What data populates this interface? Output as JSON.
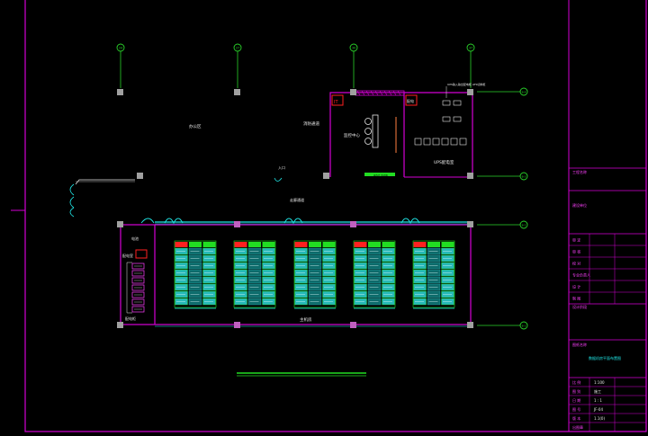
{
  "colors": {
    "background": "#000000",
    "frame": "#d400d4",
    "axis": "#2ad42a",
    "wall_cyan": "#1fe6e6",
    "rack_fill": "#27b8b8",
    "rack_head_red": "#ff2020",
    "rack_outline_green": "#22dd22",
    "column": "#a0a0a0",
    "text_white": "#e8e8e8",
    "text_magenta": "#ff40ff"
  },
  "grid": {
    "column_axes": [
      "24",
      "27",
      "30",
      "37"
    ],
    "row_axes": [
      "B-4",
      "B-3",
      "B-2",
      "B-1"
    ]
  },
  "rooms": {
    "upper_left_label": "办公区",
    "corridor_label_1": "消防通道",
    "entrance_label": "入口",
    "corridor_label_2": "走廊通道",
    "monitor_room_label": "监控中心",
    "ups_room_label": "UPS配电室",
    "machine_room_label": "主机房",
    "left_room_label": "配电室",
    "left_room_sub": "电池",
    "left_room_bottom": "配电柜",
    "room_tag_1": "IT",
    "room_tag_2": "配电",
    "ups_top_note": "UPS输入输出配电柜 ATS切换柜",
    "green_bar_note": "操作台 监控墙"
  },
  "title_block": {
    "project_label": "工程名称",
    "client_label": "建设单位",
    "rows_top": [
      "审 定",
      "审 核",
      "校 对",
      "专业负责人",
      "设 计",
      "制 图"
    ],
    "stage_label": "设计阶段",
    "drawing_name_label": "图纸名称",
    "drawing_name_value": "数据机房平面布置图",
    "rows_bottom": [
      {
        "label": "比 例",
        "value": "1:100"
      },
      {
        "label": "图 别",
        "value": "施工"
      },
      {
        "label": "日 期",
        "value": "1 : 1"
      },
      {
        "label": "图 号",
        "value": "JF-04"
      },
      {
        "label": "版 本",
        "value": "1.1(0)"
      },
      {
        "label": "出图章",
        "value": ""
      }
    ]
  },
  "rack_groups": 5,
  "racks_per_column": 8
}
